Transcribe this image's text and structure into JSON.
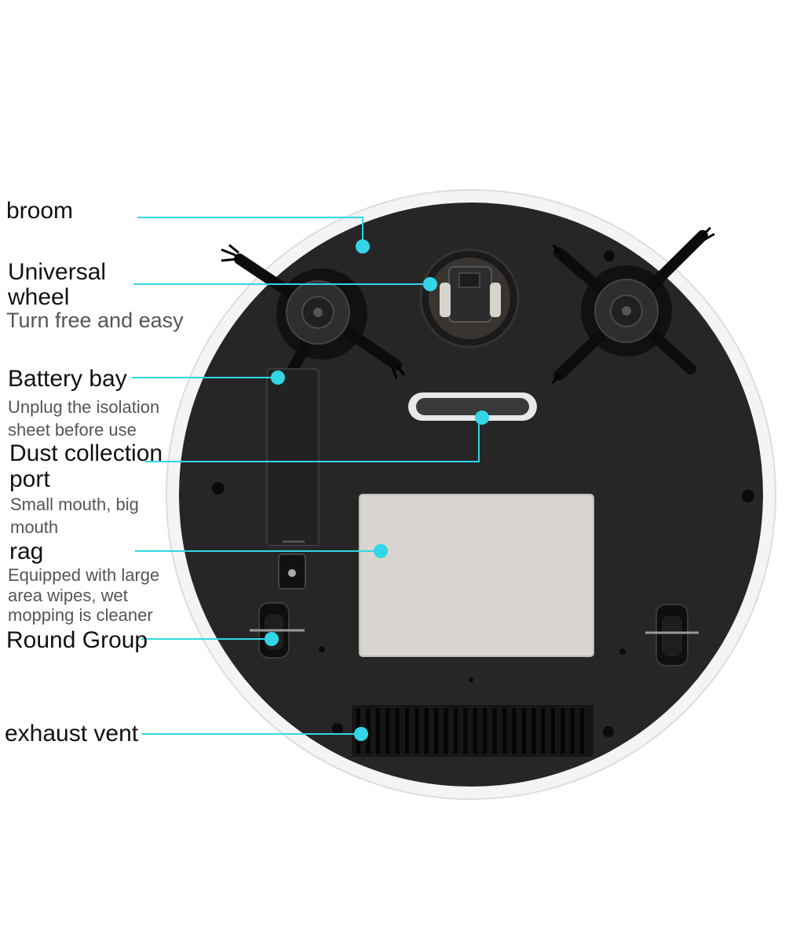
{
  "accent_color": "#33d6e6",
  "body_color": "#262626",
  "callouts": {
    "broom": {
      "title": "broom"
    },
    "universal_wheel": {
      "title_line1": "Universal",
      "title_line2": "wheel",
      "subtitle": "Turn free and easy"
    },
    "battery_bay": {
      "title": "Battery bay",
      "subtitle_line1": "Unplug the isolation",
      "subtitle_line2": "sheet before use"
    },
    "dust_port": {
      "title_line1": "Dust collection",
      "title_line2": "port",
      "subtitle_line1": "Small mouth, big",
      "subtitle_line2": "mouth"
    },
    "rag": {
      "title": "rag",
      "subtitle_line1": "Equipped with large",
      "subtitle_line2": "area wipes, wet",
      "subtitle_line3": "mopping is cleaner"
    },
    "round_group": {
      "title": "Round Group"
    },
    "exhaust_vent": {
      "title": "exhaust vent"
    }
  }
}
